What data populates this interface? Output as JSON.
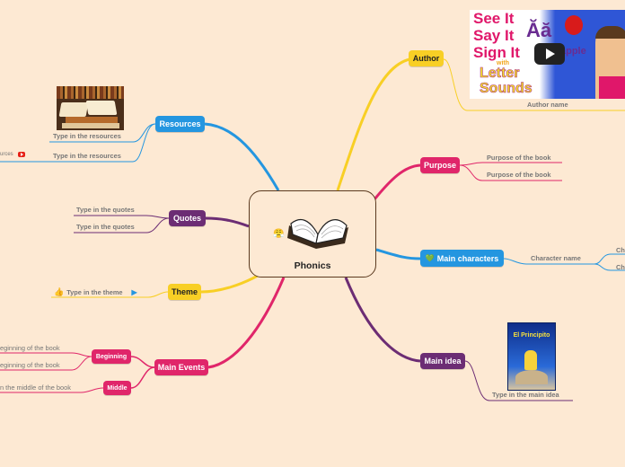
{
  "central": {
    "title": "Phonics",
    "book_emoji": "😤"
  },
  "branches": {
    "author": {
      "label": "Author",
      "color": "#f8cf25",
      "text_color": "#222222"
    },
    "purpose": {
      "label": "Purpose",
      "color": "#e0266a"
    },
    "characters": {
      "label": "Main characters",
      "icon": "💚",
      "color": "#2496e0"
    },
    "main_idea": {
      "label": "Main idea",
      "color": "#6c2d74"
    },
    "main_events": {
      "label": "Main Events",
      "color": "#e0266a"
    },
    "theme": {
      "label": "Theme",
      "color": "#f8cf25",
      "text_color": "#222222"
    },
    "quotes": {
      "label": "Quotes",
      "color": "#6c2d74"
    },
    "resources": {
      "label": "Resources",
      "color": "#2496e0"
    }
  },
  "leaves": {
    "author_name": "Author name",
    "purpose_1": "Purpose of the book",
    "purpose_2": "Purpose of the book",
    "character_name": "Character name",
    "char_sub_1": "Ch",
    "char_sub_2": "Ch",
    "main_idea": "Type in the main idea",
    "beginning": "Beginning",
    "middle": "Middle",
    "beginning_1": "eginning of the book",
    "beginning_2": "eginning of the book",
    "middle_1": "n the middle of the book",
    "theme": "Type in the theme",
    "quotes_1": "Type in the quotes",
    "quotes_2": "Type in the quotes",
    "resources_1": "Type in the resources",
    "resources_2": "Type in the resources",
    "resources_far": "urces"
  },
  "video": {
    "line1": "See It",
    "line2": "Say It",
    "line3": "Sign It",
    "letters": "Ăă",
    "word": "apple",
    "with": "with",
    "title2": "Letter",
    "title3": "Sounds"
  },
  "book_cover": {
    "title": "El Principito"
  }
}
